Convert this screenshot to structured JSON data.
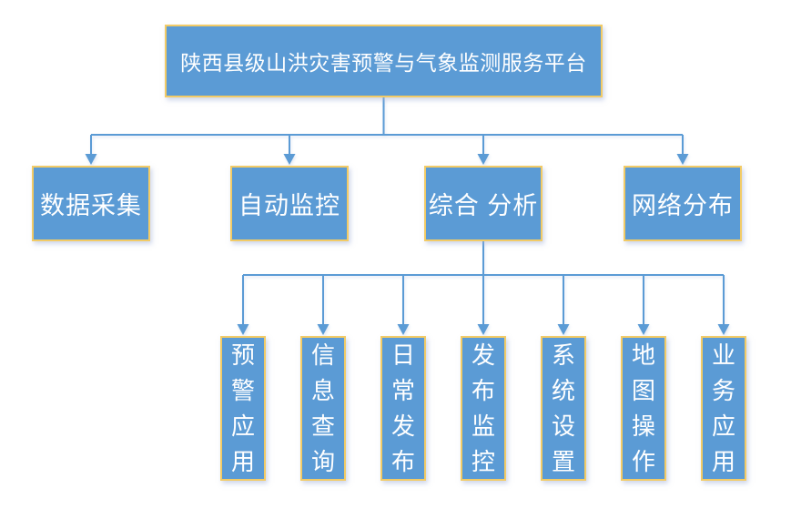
{
  "diagram": {
    "type": "org-chart",
    "title": "陕西县级山洪灾害预警与气象监测服务平台",
    "level2": [
      {
        "label": "数据采集"
      },
      {
        "label": "自动监控"
      },
      {
        "label": "综合 分析"
      },
      {
        "label": "网络分布"
      }
    ],
    "level3": [
      {
        "label": "预警应用"
      },
      {
        "label": "信息查询"
      },
      {
        "label": "日常发布"
      },
      {
        "label": "发布监控"
      },
      {
        "label": "系统设置"
      },
      {
        "label": "地图操作"
      },
      {
        "label": "业务应用"
      }
    ],
    "colors": {
      "box_fill": "#5B9BD5",
      "box_border": "#F2CB66",
      "connector": "#5B9BD5",
      "text": "#FFFFFF",
      "background": "#FFFFFF"
    }
  }
}
